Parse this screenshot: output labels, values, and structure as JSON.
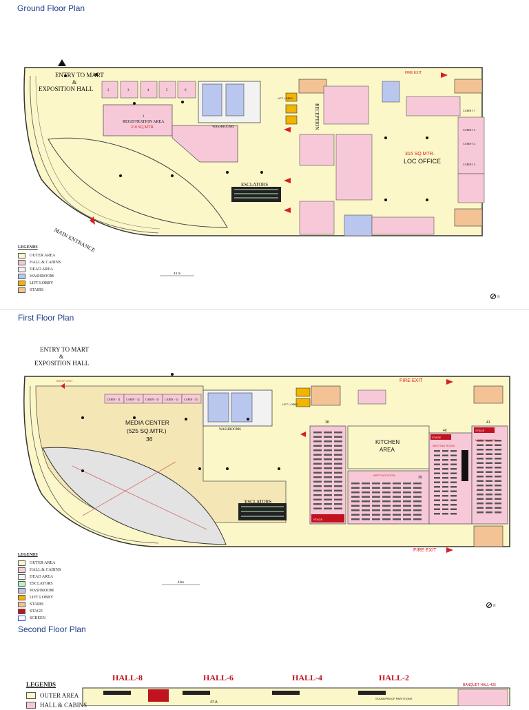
{
  "plans": {
    "ground": {
      "title": "Ground Floor Plan",
      "entry_line1": "ENTRY TO MART",
      "entry_line2": "&",
      "entry_line3": "EXPOSITION HALL",
      "main_entrance": "MAIN ENTRANCE",
      "registration": "REGISTRATION AREA",
      "registration_size": "210 SQ.MTR.",
      "washrooms": "WASHROOMS",
      "escalators": "ESCLATORS",
      "reception": "RECEPTION",
      "loc_size": "315 SQ.MTR.",
      "loc_office": "LOC OFFICE",
      "fire_exit": "FIRE EXIT",
      "lift_lobby": "LIFT LOBBY",
      "scale": "44 m",
      "north": "N",
      "cabins": [
        "1",
        "2",
        "3",
        "4",
        "5",
        "6"
      ],
      "cabin_labels": [
        "CABIN-17",
        "CABIN-15",
        "CABIN-14",
        "CABIN-13"
      ],
      "legend": {
        "title": "LEGENDS",
        "items": [
          "OUTER AREA",
          "HALL & CABINS",
          "DEAD AREA",
          "WASHROOM",
          "LIFT LOBBY",
          "STAIRS"
        ]
      }
    },
    "first": {
      "title": "First Floor Plan",
      "entry_line1": "ENTRY TO MART",
      "entry_line2": "&",
      "entry_line3": "EXPOSITION HALL",
      "media_center": "MEDIA CENTER",
      "media_size": "(525 SQ.MTR.)",
      "media_no": "36",
      "washrooms": "WASHROOMS",
      "escalators": "ESCLATORS",
      "kitchen_line1": "KITCHEN",
      "kitchen_line2": "AREA",
      "fire_exit_top": "FIRE EXIT",
      "fire_exit_bottom": "FIRE EXIT",
      "entry_exit": "ENTRY EXIT",
      "meeting_room": "MEETING ROOM",
      "stage": "STAGE",
      "room_38": "38",
      "room_39": "39",
      "room_40": "40",
      "room_41": "41",
      "lift_lobby": "LIFT LOBBY",
      "scale": "44m",
      "north": "N",
      "cabins": [
        "CABIN - 31",
        "CABIN - 32",
        "CABIN - 33",
        "CABIN - 34",
        "CABIN - 35"
      ],
      "legend": {
        "title": "LEGENDS",
        "items": [
          "OUTER AREA",
          "HALL & CABINS",
          "DEAD AREA",
          "ESCLATORS",
          "WASHROOM",
          "LIFT LOBBY",
          "STAIRS",
          "STAGE",
          "SCREEN"
        ]
      }
    },
    "second": {
      "title": "Second Floor Plan",
      "halls": [
        "HALL-8",
        "HALL-6",
        "HALL-4",
        "HALL-2"
      ],
      "banquet": "BANQUET HALL-435",
      "soundproof": "SOUNDPROOF PARTITIONS",
      "hall_code": "47-A",
      "legend": {
        "title": "LEGENDS",
        "items": [
          "OUTER AREA",
          "HALL & CABINS"
        ]
      }
    }
  },
  "colors": {
    "outer": "#fbf7c8",
    "hall": "#f7c9d8",
    "dead": "#f2f2f2",
    "washroom": "#b9c7ee",
    "lift": "#f2b400",
    "stairs": "#f3c295",
    "stage": "#c1121f",
    "media": "#f5e6b6",
    "escalator": "#b8f0c0",
    "fire": "#d91e1e",
    "title": "#1f3d8a"
  }
}
